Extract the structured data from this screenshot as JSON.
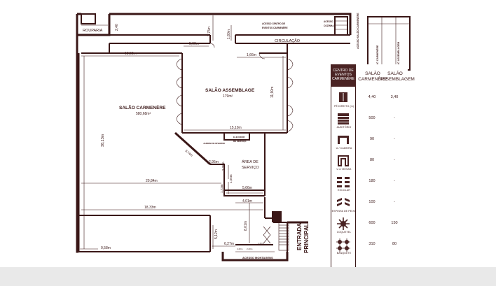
{
  "plan": {
    "rooms": {
      "rouparia": "ROUPARIA",
      "carmenere_name": "SALÃO CARMENÈRE",
      "carmenere_area": "580,68m²",
      "assemblage_name": "SALÃO ASSEMBLAGE",
      "assemblage_area": "179m²",
      "circulacao": "CIRCULAÇÃO",
      "area_servico_1": "ÁREA DE",
      "area_servico_2": "SERVIÇO",
      "jardim": "JARDIM DE INVERNO",
      "elevador_1": "ELEVADOR",
      "elevador_2": "DE SERVIÇO",
      "acesso_centro_1": "ACESSO CENTRO DE",
      "acesso_centro_2": "EVENTOS CARMENÈRE",
      "acesso_cozinha_1": "ACESSO",
      "acesso_cozinha_2": "COZINHA",
      "acesso_salao": "ACESSO SALÃO CARMENÈRE",
      "wc_carmenere": "WC CARMENÈRE",
      "wc_assemblage": "WC ASSEMBLAGEM",
      "entrada_1": "ENTRADA",
      "entrada_2": "PRINCIPAL",
      "acesso_montagens": "ACESSO MONTAGENS"
    },
    "dims": {
      "d_2_40": "2,40",
      "d_3_75": "3,75m",
      "d_1_80": "1,80m",
      "d_5_60": "5,60m",
      "d_13_58": "13,58m",
      "d_1_66": "1,66m",
      "d_11_90": "11,90m",
      "d_15_10": "15,10m",
      "d_38_13": "38,13m",
      "d_3_74": "3,74m",
      "d_2_95": "2,95m",
      "d_2_33": "2,33m",
      "d_20_84": "20,84m",
      "d_1_55": "1,55m",
      "d_1_72": "1,72m",
      "d_5_66": "5,66m",
      "d_4_01": "4,01m",
      "d_18_33": "18,33m",
      "d_8_01": "8,01m",
      "d_5_12": "5,12m",
      "d_6_27": "6,27m",
      "d_0_58": "0,58m",
      "d_2_20a": "2,20m",
      "d_2_20b": "2,20m",
      "d_1_25": "1,25m"
    }
  },
  "legend": {
    "header": [
      "CENTRO DE",
      "EVENTOS",
      "CARMENÈRE"
    ],
    "col1": [
      "SALÃO",
      "CARMENÈRE"
    ],
    "col2": [
      "SALÃO",
      "ASSEMBLAGEM"
    ],
    "rows": [
      {
        "label": "PÉ DIREITO (m)",
        "v1": "4,40",
        "v2": "3,40",
        "icon": "ceiling-height-icon"
      },
      {
        "label": "AUDITÓRIO",
        "v1": "500",
        "v2": "-",
        "icon": "auditorium-icon"
      },
      {
        "label": "U / CADEIRA",
        "v1": "90",
        "v2": "-",
        "icon": "u-shape-chairs-icon"
      },
      {
        "label": "U c/ MESAS",
        "v1": "80",
        "v2": "-",
        "icon": "u-shape-tables-icon"
      },
      {
        "label": "ESCOLAR",
        "v1": "180",
        "v2": "-",
        "icon": "classroom-icon"
      },
      {
        "label": "ESPINHA DE PEIXE",
        "v1": "100",
        "v2": "-",
        "icon": "herringbone-icon"
      },
      {
        "label": "COQUETEL",
        "v1": "600",
        "v2": "150",
        "icon": "cocktail-icon"
      },
      {
        "label": "BANQUETE",
        "v1": "310",
        "v2": "80",
        "icon": "banquet-icon"
      }
    ]
  }
}
